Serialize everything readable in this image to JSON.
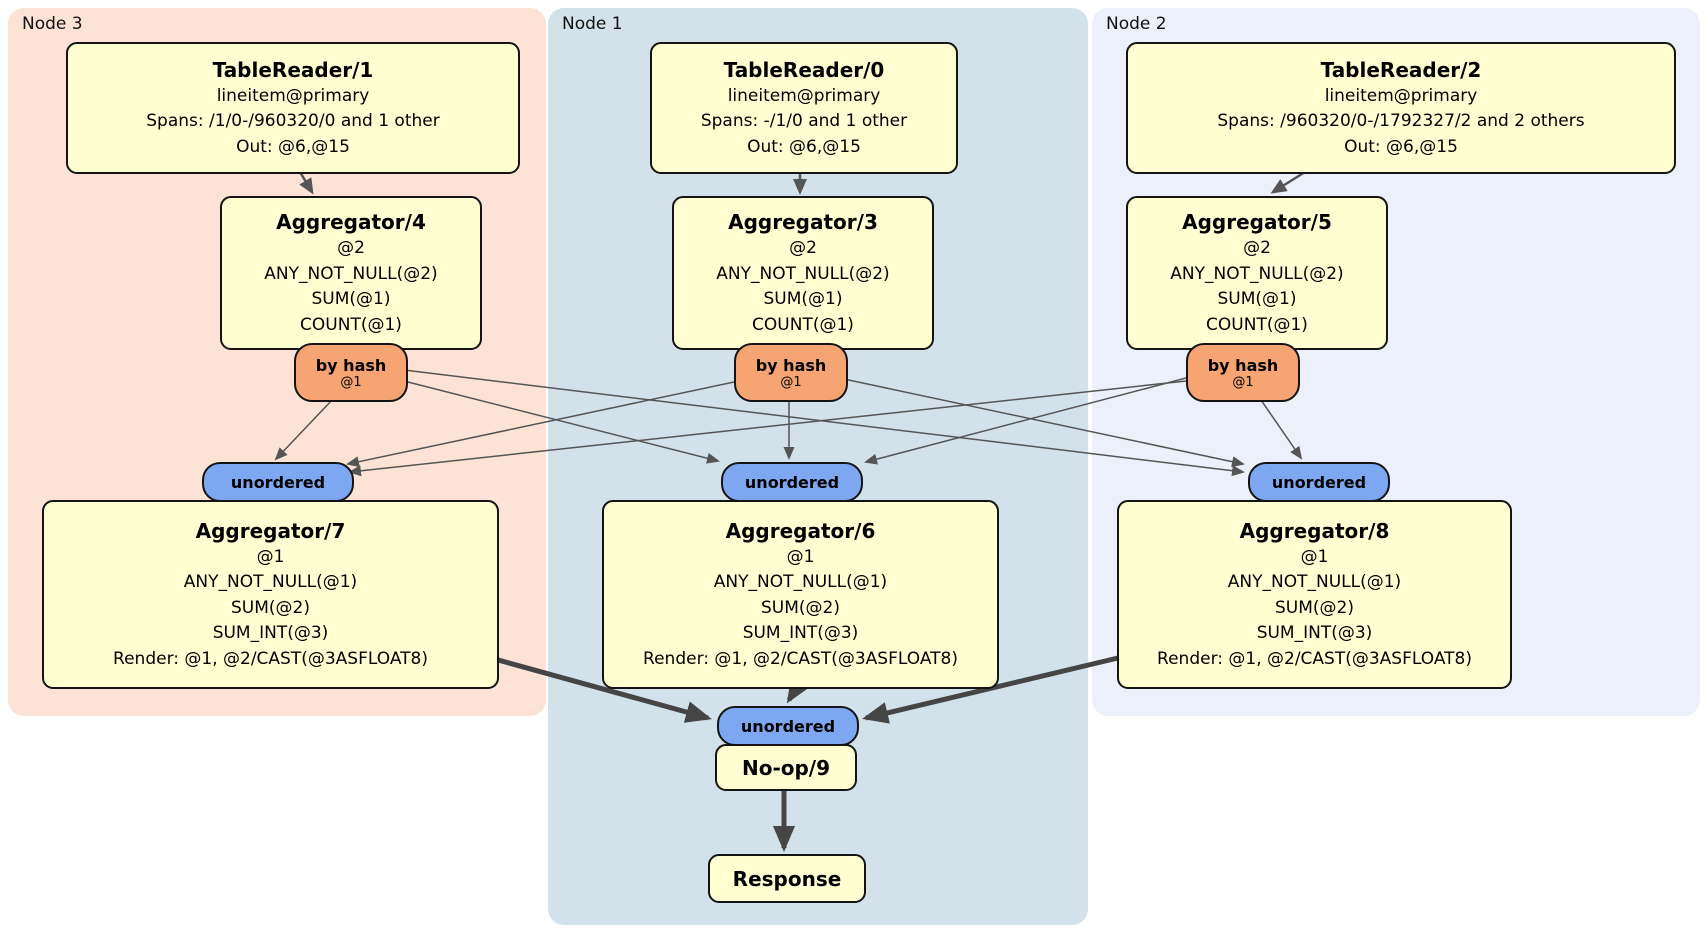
{
  "colors": {
    "panel_node3_bg": "#fce3d5",
    "panel_node1_bg": "#d3e1ea",
    "panel_node2_bg": "#ebf0fa",
    "box_bg": "#ffffd2",
    "hash_router_bg": "#f5a472",
    "sync_bg": "#7da7f0",
    "edge_thin": "#555555",
    "edge_thick": "#454545",
    "border": "#141414"
  },
  "node3": {
    "label": "Node 3",
    "table_reader": {
      "title": "TableReader/1",
      "lines": [
        "lineitem@primary",
        "Spans: /1/0-/960320/0 and 1 other",
        "Out: @6,@15"
      ]
    },
    "aggregator_top": {
      "title": "Aggregator/4",
      "lines": [
        "@2",
        "ANY_NOT_NULL(@2)",
        "SUM(@1)",
        "COUNT(@1)"
      ]
    },
    "router": {
      "label": "by hash",
      "key": "@1"
    },
    "sync": {
      "label": "unordered"
    },
    "aggregator_bottom": {
      "title": "Aggregator/7",
      "lines": [
        "@1",
        "ANY_NOT_NULL(@1)",
        "SUM(@2)",
        "SUM_INT(@3)",
        "Render: @1, @2/CAST(@3ASFLOAT8)"
      ]
    }
  },
  "node1": {
    "label": "Node 1",
    "table_reader": {
      "title": "TableReader/0",
      "lines": [
        "lineitem@primary",
        "Spans: -/1/0 and 1 other",
        "Out: @6,@15"
      ]
    },
    "aggregator_top": {
      "title": "Aggregator/3",
      "lines": [
        "@2",
        "ANY_NOT_NULL(@2)",
        "SUM(@1)",
        "COUNT(@1)"
      ]
    },
    "router": {
      "label": "by hash",
      "key": "@1"
    },
    "sync": {
      "label": "unordered"
    },
    "aggregator_bottom": {
      "title": "Aggregator/6",
      "lines": [
        "@1",
        "ANY_NOT_NULL(@1)",
        "SUM(@2)",
        "SUM_INT(@3)",
        "Render: @1, @2/CAST(@3ASFLOAT8)"
      ]
    },
    "final_sync": {
      "label": "unordered"
    },
    "noop": {
      "title": "No-op/9"
    },
    "response": {
      "title": "Response"
    }
  },
  "node2": {
    "label": "Node 2",
    "table_reader": {
      "title": "TableReader/2",
      "lines": [
        "lineitem@primary",
        "Spans: /960320/0-/1792327/2 and 2 others",
        "Out: @6,@15"
      ]
    },
    "aggregator_top": {
      "title": "Aggregator/5",
      "lines": [
        "@2",
        "ANY_NOT_NULL(@2)",
        "SUM(@1)",
        "COUNT(@1)"
      ]
    },
    "router": {
      "label": "by hash",
      "key": "@1"
    },
    "sync": {
      "label": "unordered"
    },
    "aggregator_bottom": {
      "title": "Aggregator/8",
      "lines": [
        "@1",
        "ANY_NOT_NULL(@1)",
        "SUM(@2)",
        "SUM_INT(@3)",
        "Render: @1, @2/CAST(@3ASFLOAT8)"
      ]
    }
  }
}
